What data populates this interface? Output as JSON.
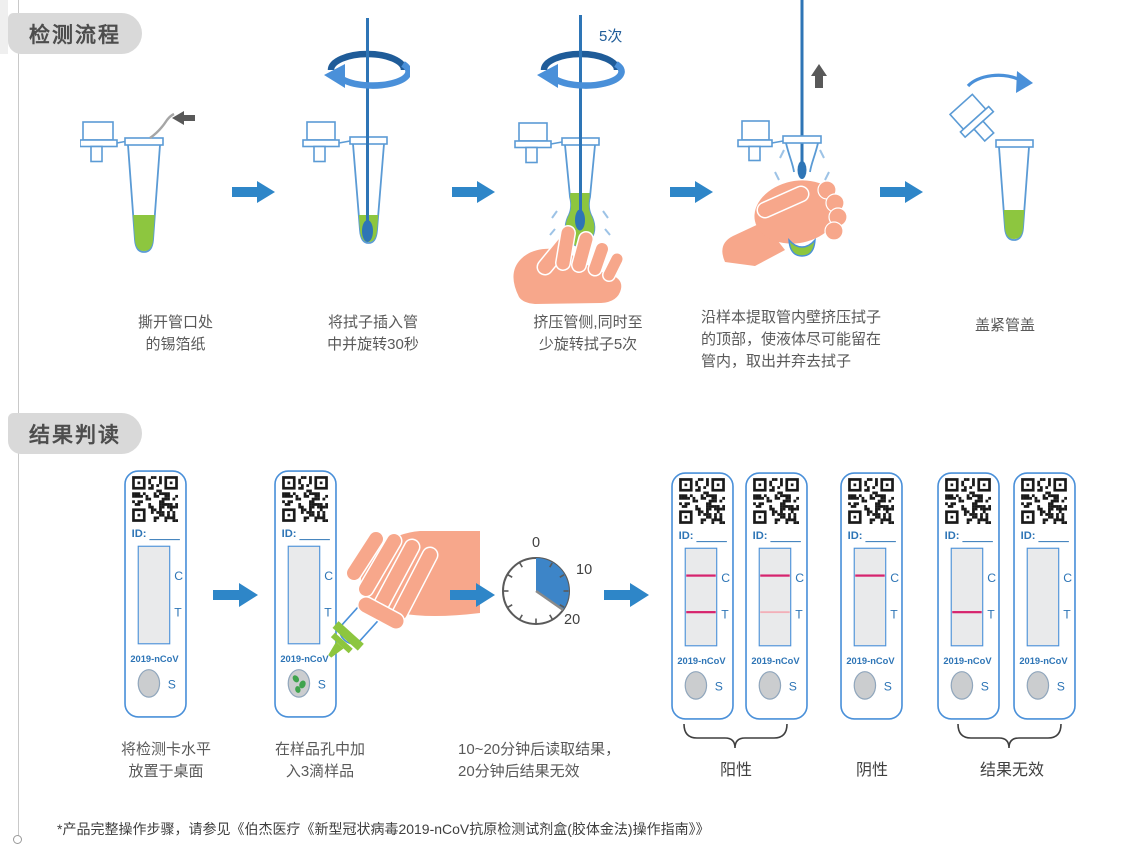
{
  "page": {
    "footnote": "*产品完整操作步骤，请参见《伯杰医疗《新型冠状病毒2019-nCoV抗原检测试剂盒(胶体金法)操作指南》》"
  },
  "process": {
    "title": "检测流程",
    "steps": [
      {
        "caption": [
          "撕开管口处",
          "的锡箔纸"
        ]
      },
      {
        "caption": [
          "将拭子插入管",
          "中并旋转30秒"
        ]
      },
      {
        "caption": [
          "挤压管侧,同时至",
          "少旋转拭子5次"
        ],
        "times_label": "5次"
      },
      {
        "caption": [
          "沿样本提取管内壁挤压拭子",
          "的顶部，使液体尽可能留在",
          "管内，取出并弃去拭子"
        ]
      },
      {
        "caption": [
          "盖紧管盖"
        ]
      }
    ]
  },
  "results": {
    "title": "结果判读",
    "card_labels": {
      "id": "ID:",
      "c": "C",
      "t": "T",
      "s": "S",
      "product": "2019-nCoV"
    },
    "steps": [
      {
        "caption": [
          "将检测卡水平",
          "放置于桌面"
        ]
      },
      {
        "caption": [
          "在样品孔中加",
          "入3滴样品"
        ]
      }
    ],
    "timer": {
      "caption": [
        "10~20分钟后读取结果，",
        "20分钟后结果无效"
      ],
      "ticks": [
        "0",
        "10",
        "20"
      ]
    },
    "outcomes": [
      {
        "label": "阳性"
      },
      {
        "label": "阴性"
      },
      {
        "label": "结果无效"
      }
    ],
    "cassettes": [
      {
        "c_line": "strong",
        "t_line": "strong"
      },
      {
        "c_line": "strong",
        "t_line": "faint"
      },
      {
        "c_line": "strong",
        "t_line": "none"
      },
      {
        "c_line": "none",
        "t_line": "strong"
      },
      {
        "c_line": "none",
        "t_line": "none"
      }
    ]
  },
  "colors": {
    "accent_blue": "#2E86C8",
    "cassette_blue": "#4A90D9",
    "label_blue": "#2E75B6",
    "tube_blue": "#5B9BD5",
    "stick_blue": "#2E75B6",
    "liquid_green": "#8DC63F",
    "drop_green": "#3FA34D",
    "line_strong": "#D6246E",
    "line_faint": "#F3AFB8",
    "hand": "#F7A78B",
    "dark_arrow": "#595959",
    "rotate_dark": "#1F5C99",
    "rotate_light": "#4A90D9"
  }
}
